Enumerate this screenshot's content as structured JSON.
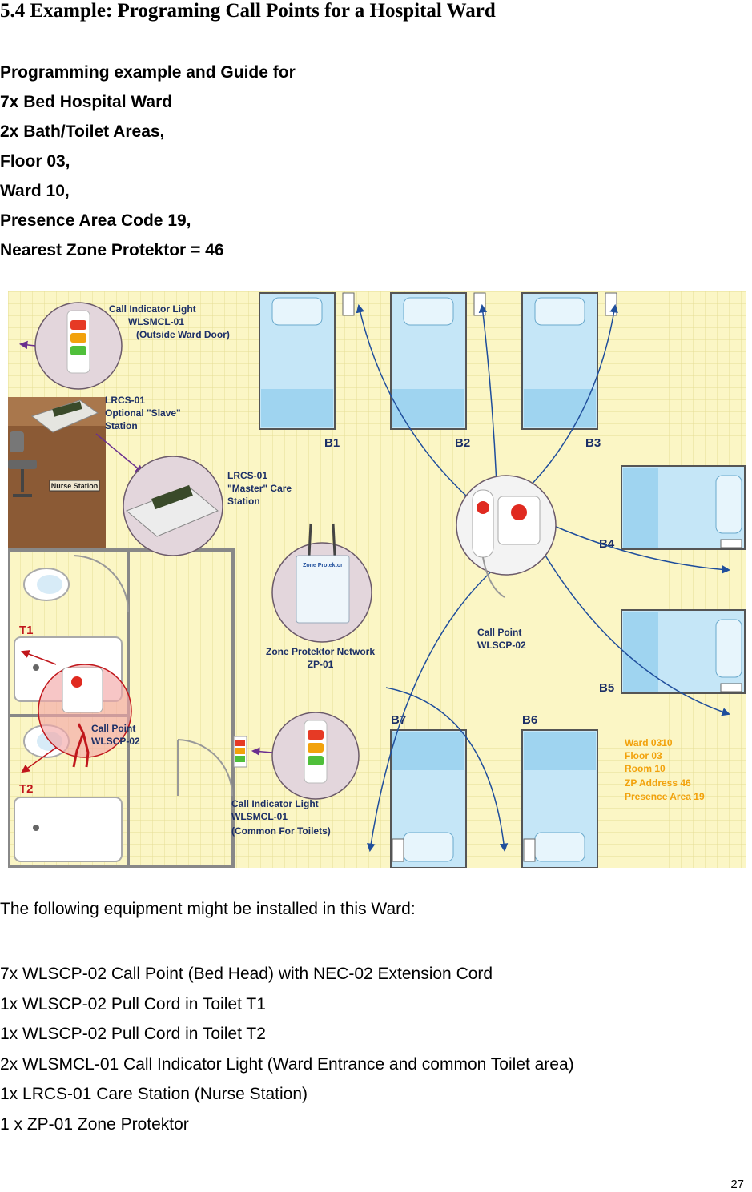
{
  "heading": "5.4 Example: Programing Call Points for a Hospital Ward",
  "intro": [
    "Programming example and Guide for",
    "7x Bed Hospital Ward",
    "2x Bath/Toilet Areas,",
    "Floor 03,",
    "Ward 10,",
    "Presence Area Code 19,",
    "Nearest Zone Protektor = 46"
  ],
  "figure": {
    "indicator_top": [
      "Call Indicator Light",
      "WLSMCL-01",
      "(Outside Ward Door)"
    ],
    "slave": [
      "LRCS-01",
      "Optional \"Slave\"",
      "Station"
    ],
    "master": [
      "LRCS-01",
      "\"Master\" Care",
      "Station"
    ],
    "nurse_station": "Nurse Station",
    "zone_protektor_label": "Zone Protektor",
    "zone": [
      "Zone Protektor Network",
      "ZP-01"
    ],
    "call_point_center": [
      "Call Point",
      "WLSCP-02"
    ],
    "call_point_toilet": [
      "Call Point",
      "WLSCP-02"
    ],
    "indicator_bottom": [
      "Call Indicator Light",
      "WLSMCL-01",
      "(Common For Toilets)"
    ],
    "beds": [
      "B1",
      "B2",
      "B3",
      "B4",
      "B5",
      "B6",
      "B7"
    ],
    "toilets": [
      "T1",
      "T2"
    ],
    "ward_info": [
      "Ward 0310",
      "Floor 03",
      "Room 10",
      "ZP Address 46",
      "Presence Area 19"
    ]
  },
  "lead": "The following equipment might be installed in this Ward:",
  "equipment": [
    "7x WLSCP-02 Call Point (Bed Head) with NEC-02 Extension Cord",
    "1x WLSCP-02 Pull Cord in Toilet T1",
    "1x WLSCP-02 Pull Cord in Toilet T2",
    "2x WLSMCL-01 Call Indicator Light (Ward Entrance and common Toilet area)",
    "1x LRCS-01 Care Station (Nurse Station)",
    "1 x ZP-01 Zone Protektor"
  ],
  "page_number": "27"
}
